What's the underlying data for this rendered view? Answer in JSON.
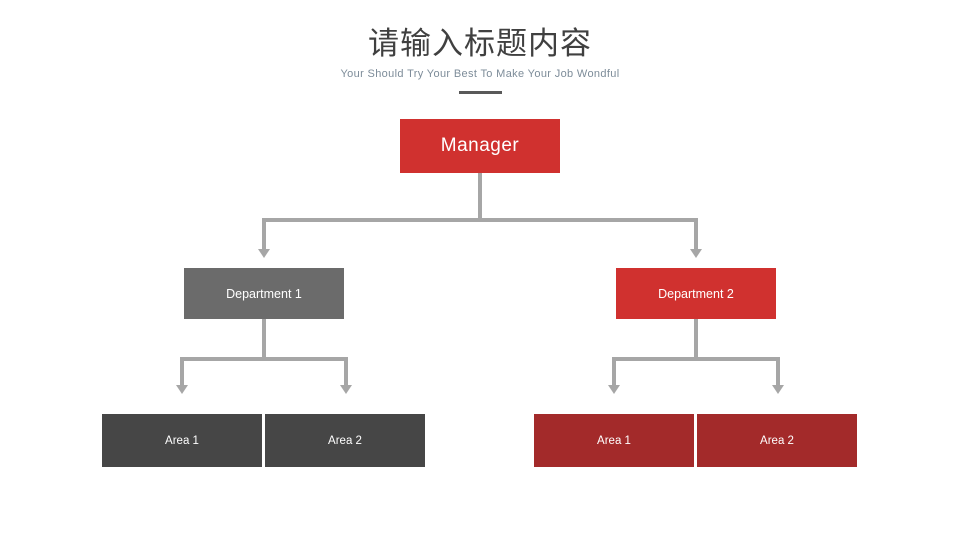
{
  "slide": {
    "background_color": "#ffffff",
    "title": "请输入标题内容",
    "subtitle": "Your Should Try Your Best To Make Your Job Wondful"
  },
  "theme": {
    "red": "#d0312f",
    "dark_red": "#a32a2a",
    "gray": "#6b6b6b",
    "dark_gray": "#464646",
    "connector_gray": "#a6a6a6",
    "title_color": "#404040",
    "subtitle_color": "#7d8c99"
  },
  "chart_data": {
    "type": "diagram",
    "title": "请输入标题内容",
    "subtitle": "Your Should Try Your Best To Make Your Job Wondful",
    "layout": "org-chart",
    "levels": 3,
    "nodes": [
      {
        "id": "manager",
        "label": "Manager",
        "level": 0,
        "color": "#d0312f",
        "parent": null
      },
      {
        "id": "dept1",
        "label": "Department 1",
        "level": 1,
        "color": "#6b6b6b",
        "parent": "manager"
      },
      {
        "id": "dept2",
        "label": "Department 2",
        "level": 1,
        "color": "#d0312f",
        "parent": "manager"
      },
      {
        "id": "l-area1",
        "label": "Area 1",
        "level": 2,
        "color": "#464646",
        "parent": "dept1"
      },
      {
        "id": "l-area2",
        "label": "Area 2",
        "level": 2,
        "color": "#464646",
        "parent": "dept1"
      },
      {
        "id": "r-area1",
        "label": "Area 1",
        "level": 2,
        "color": "#a32a2a",
        "parent": "dept2"
      },
      {
        "id": "r-area2",
        "label": "Area 2",
        "level": 2,
        "color": "#a32a2a",
        "parent": "dept2"
      }
    ],
    "edges": [
      {
        "from": "manager",
        "to": "dept1",
        "style": "elbow-arrow"
      },
      {
        "from": "manager",
        "to": "dept2",
        "style": "elbow-arrow"
      },
      {
        "from": "dept1",
        "to": "l-area1",
        "style": "elbow-arrow"
      },
      {
        "from": "dept1",
        "to": "l-area2",
        "style": "elbow-arrow"
      },
      {
        "from": "dept2",
        "to": "r-area1",
        "style": "elbow-arrow"
      },
      {
        "from": "dept2",
        "to": "r-area2",
        "style": "elbow-arrow"
      }
    ]
  },
  "nodes": {
    "manager": "Manager",
    "dept1": "Department 1",
    "dept2": "Department 2",
    "left_area1": "Area 1",
    "left_area2": "Area 2",
    "right_area1": "Area 1",
    "right_area2": "Area 2"
  }
}
